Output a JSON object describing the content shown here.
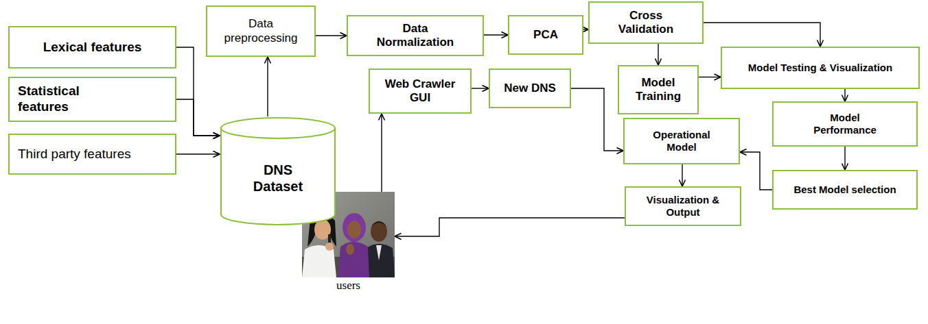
{
  "diagram": {
    "nodes": [
      {
        "text": [
          "Lexical features"
        ]
      },
      {
        "text": [
          "Statistical features"
        ]
      },
      {
        "text": [
          "Third party features"
        ]
      },
      {
        "text": [
          "DNS Dataset"
        ]
      },
      {
        "text": [
          "Data preprocessing"
        ]
      },
      {
        "text": [
          "Data Normalization"
        ]
      },
      {
        "text": [
          "PCA"
        ]
      },
      {
        "text": [
          "Cross Validation"
        ]
      },
      {
        "text": [
          "Model Training"
        ]
      },
      {
        "text": [
          "Model Testing & Visualization"
        ]
      },
      {
        "text": [
          "Web Crawler GUI"
        ]
      },
      {
        "text": [
          "New DNS"
        ]
      },
      {
        "text": [
          "Operational Model"
        ]
      },
      {
        "text": [
          "Model Performance"
        ]
      },
      {
        "text": [
          "Best Model selection"
        ]
      },
      {
        "text": [
          "Visualization & Output"
        ]
      },
      {
        "text": [
          "users"
        ]
      }
    ],
    "edges": [
      {
        "from": 0,
        "to": 3,
        "arrow": "to"
      },
      {
        "from": 1,
        "to": 3,
        "arrow": "to"
      },
      {
        "from": 2,
        "to": 3,
        "arrow": "to"
      },
      {
        "from": 3,
        "to": 4,
        "arrow": "to"
      },
      {
        "from": 4,
        "to": 5,
        "arrow": "to"
      },
      {
        "from": 5,
        "to": 6,
        "arrow": "to"
      },
      {
        "from": 6,
        "to": 7,
        "arrow": "to"
      },
      {
        "from": 7,
        "to": 8,
        "arrow": "to"
      },
      {
        "from": 7,
        "to": 9,
        "arrow": "to"
      },
      {
        "from": 8,
        "to": 9,
        "arrow": "to"
      },
      {
        "from": 9,
        "to": 13,
        "arrow": "to"
      },
      {
        "from": 13,
        "to": 14,
        "arrow": "to"
      },
      {
        "from": 14,
        "to": 12,
        "arrow": "to"
      },
      {
        "from": 16,
        "to": 10,
        "arrow": "to"
      },
      {
        "from": 10,
        "to": 11,
        "arrow": "to"
      },
      {
        "from": 11,
        "to": 12,
        "arrow": "to"
      },
      {
        "from": 12,
        "to": 15,
        "arrow": "to"
      },
      {
        "from": 15,
        "to": 16,
        "arrow": "to"
      }
    ]
  }
}
